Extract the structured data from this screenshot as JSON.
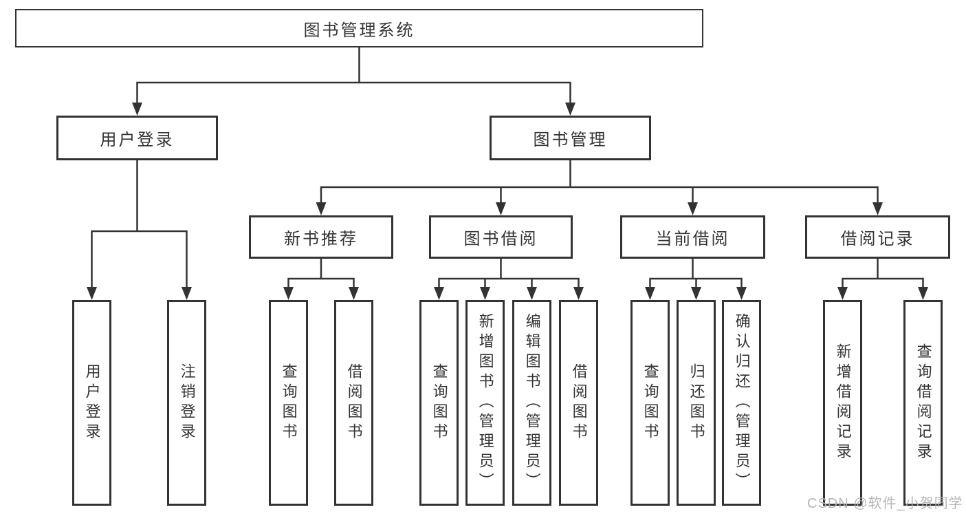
{
  "root": {
    "label": "图书管理系统"
  },
  "level2": {
    "user_login": {
      "label": "用户登录"
    },
    "book_management": {
      "label": "图书管理"
    }
  },
  "level3": {
    "new_book": {
      "label": "新书推荐"
    },
    "book_borrow": {
      "label": "图书借阅"
    },
    "current_borrow": {
      "label": "当前借阅"
    },
    "borrow_record": {
      "label": "借阅记录"
    }
  },
  "leaves": {
    "user_login": {
      "label": "用户登录"
    },
    "logout": {
      "label": "注销登录"
    },
    "nb_query": {
      "label": "查询图书"
    },
    "nb_borrow": {
      "label": "借阅图书"
    },
    "bb_query": {
      "label": "查询图书"
    },
    "bb_add": {
      "label": "新增图书（管理员）"
    },
    "bb_edit": {
      "label": "编辑图书（管理员）"
    },
    "bb_borrow": {
      "label": "借阅图书"
    },
    "cb_query": {
      "label": "查询图书"
    },
    "cb_return": {
      "label": "归还图书"
    },
    "cb_confirm": {
      "label": "确认归还（管理员）"
    },
    "br_add": {
      "label": "新增借阅记录"
    },
    "br_query": {
      "label": "查询借阅记录"
    }
  },
  "watermark": {
    "text": "CSDN @软件_小贺同学"
  },
  "colors": {
    "line": "#333333",
    "text": "#333333",
    "box_background": "#ffffff",
    "watermark": "#b3b3b3",
    "background": "#ffffff"
  }
}
